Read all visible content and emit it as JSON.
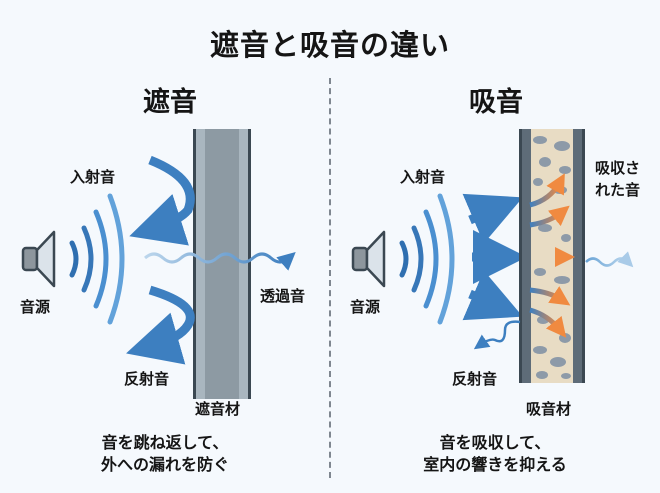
{
  "title": "遮音と吸音の違い",
  "left_panel": {
    "heading": "遮音",
    "labels": {
      "incident": "入射音",
      "source": "音源",
      "reflected": "反射音",
      "transmitted": "透過音",
      "material": "遮音材"
    },
    "caption_line1": "音を跳ね返して、",
    "caption_line2": "外への漏れを防ぐ"
  },
  "right_panel": {
    "heading": "吸音",
    "labels": {
      "incident": "入射音",
      "source": "音源",
      "reflected": "反射音",
      "absorbed_line1": "吸収さ",
      "absorbed_line2": "れた音",
      "material": "吸音材"
    },
    "caption_line1": "音を吸収して、",
    "caption_line2": "室内の響きを抑える"
  },
  "colors": {
    "background": "#f5f9fd",
    "arrow_blue": "#3d7fc0",
    "wave_blue": "#4a8fd0",
    "wall_gray": "#8d9aa3",
    "wall_edge": "#3b4852",
    "absorber_fill": "#e8dcc4",
    "absorber_pore": "#8d9aa8",
    "absorbed_orange": "#ef8a45"
  }
}
